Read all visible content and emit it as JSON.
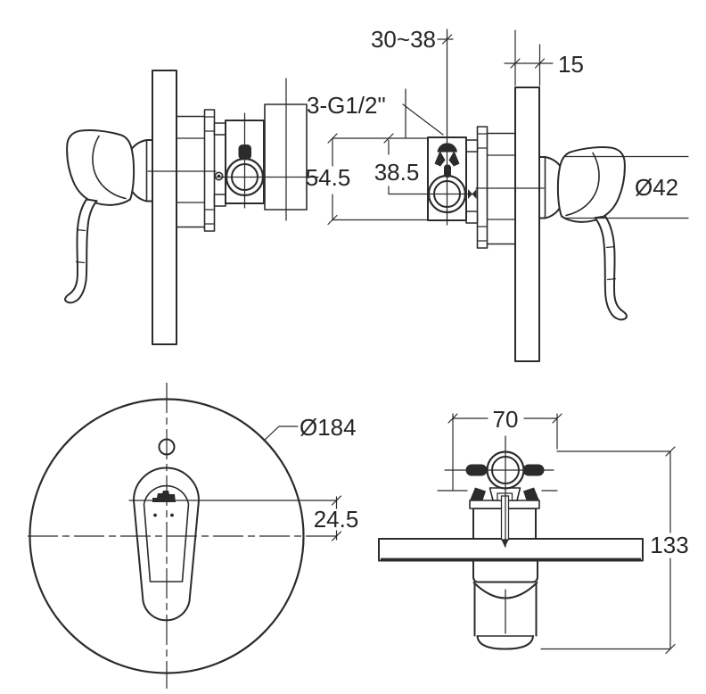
{
  "page": {
    "background": "#ffffff",
    "line_color": "#2b2b2b",
    "text_color": "#262626"
  },
  "dimensions": {
    "side_view": {
      "wall_depth_range": "30~38",
      "plate_thickness": "15",
      "connections": "3-G1/2\"",
      "body_height": "54.5",
      "outlet_to_center": "38.5",
      "escutcheon_diameter": "Ø42"
    },
    "front_view": {
      "plate_diameter": "Ø184",
      "handle_top_to_center": "24.5"
    },
    "top_view": {
      "body_width": "70",
      "total_depth": "133"
    }
  }
}
